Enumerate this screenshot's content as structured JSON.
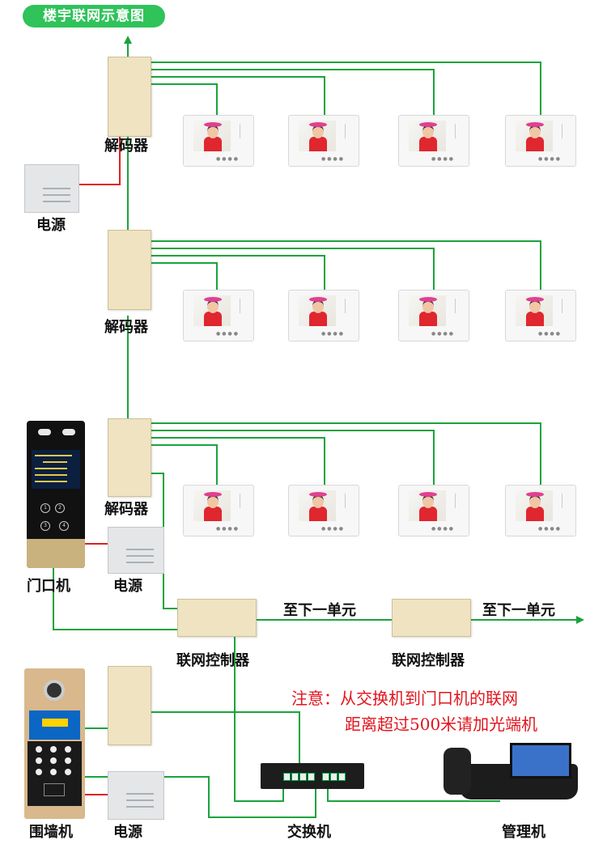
{
  "title": "楼宇联网示意图",
  "labels": {
    "decoder_1": "解码器",
    "decoder_2": "解码器",
    "decoder_3": "解码器",
    "power_1": "电源",
    "power_2": "电源",
    "power_3": "电源",
    "door_unit": "门口机",
    "wall_unit": "围墙机",
    "controller_1": "联网控制器",
    "controller_2": "联网控制器",
    "next_unit_1": "至下一单元",
    "next_unit_2": "至下一单元",
    "switch": "交换机",
    "management": "管理机"
  },
  "note": {
    "line1": "注意：从交换机到门口机的联网",
    "line2": "距离超过500米请加光端机"
  },
  "colors": {
    "wire": "#1aa33c",
    "power_wire": "#e02020",
    "badge": "#2fc35a",
    "note": "#e2141c"
  }
}
